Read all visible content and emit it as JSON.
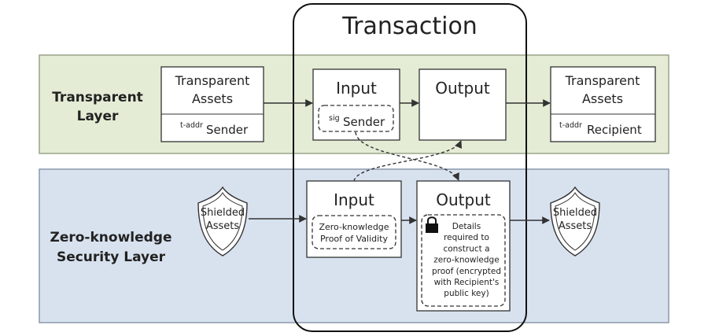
{
  "colors": {
    "transparent_layer_fill": "#e4ecd5",
    "transparent_layer_stroke": "#9aa489",
    "zk_layer_fill": "#d8e2ef",
    "zk_layer_stroke": "#8c98ab",
    "box_stroke": "#333333",
    "text": "#222222"
  },
  "transaction": {
    "title": "Transaction"
  },
  "transparent_layer": {
    "title_line1": "Transparent",
    "title_line2": "Layer",
    "sender_box": {
      "line1": "Transparent",
      "line2": "Assets",
      "addr_prefix": "t-addr",
      "role": "Sender"
    },
    "input": {
      "title": "Input",
      "sig_prefix": "sig",
      "role": "Sender"
    },
    "output": {
      "title": "Output"
    },
    "recipient_box": {
      "line1": "Transparent",
      "line2": "Assets",
      "addr_prefix": "t-addr",
      "role": "Recipient"
    }
  },
  "zk_layer": {
    "title_line1": "Zero-knowledge",
    "title_line2": "Security Layer",
    "shield_left": {
      "line1": "Shielded",
      "line2": "Assets",
      "icon": "shield-icon"
    },
    "input": {
      "title": "Input",
      "proof_line1": "Zero-knowledge",
      "proof_line2": "Proof of Validity"
    },
    "output": {
      "title": "Output",
      "icon": "lock-icon",
      "details": [
        "Details",
        "required to",
        "construct a",
        "zero-knowledge",
        "proof (encrypted",
        "with Recipient's",
        "public key)"
      ]
    },
    "shield_right": {
      "line1": "Shielded",
      "line2": "Assets",
      "icon": "shield-icon"
    }
  }
}
